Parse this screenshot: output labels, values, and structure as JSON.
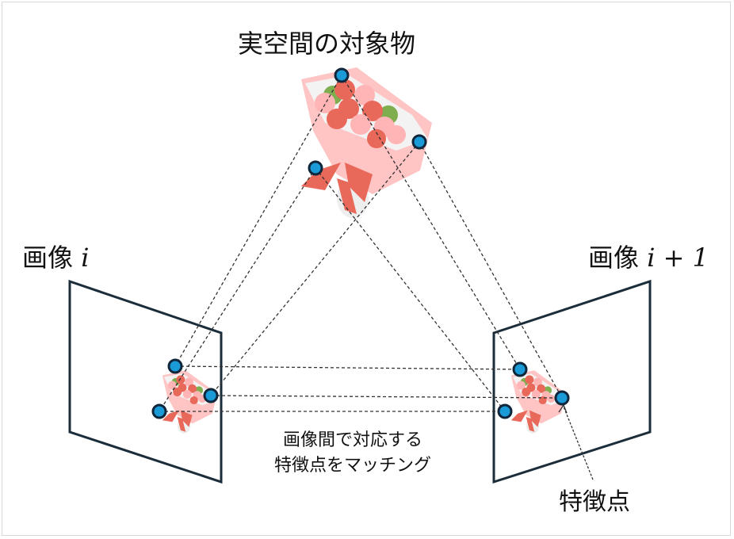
{
  "title": "実空間の対象物",
  "image_left": {
    "label": "画像",
    "var": "i"
  },
  "image_right": {
    "label": "画像",
    "var": "i + 1"
  },
  "center_caption": [
    "画像間で対応する",
    "特徴点をマッチング"
  ],
  "feature_label": "特徴点",
  "colors": {
    "point_fill": "#1a9ad6",
    "point_stroke": "#10263a",
    "frame": "#1b2d3a",
    "ribbon": "#e8685a",
    "wrap": "#ffc4c4"
  }
}
